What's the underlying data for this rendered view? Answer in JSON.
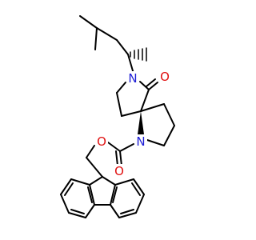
{
  "structure": {
    "atom_labels": {
      "n_lactam": "N",
      "o_carbonyl": "O",
      "n_ring": "N",
      "o_carbamate": "O",
      "o_ester": "O"
    },
    "colors": {
      "bond": "#000000",
      "nitrogen": "#1f1fd6",
      "oxygen": "#e01010"
    }
  }
}
